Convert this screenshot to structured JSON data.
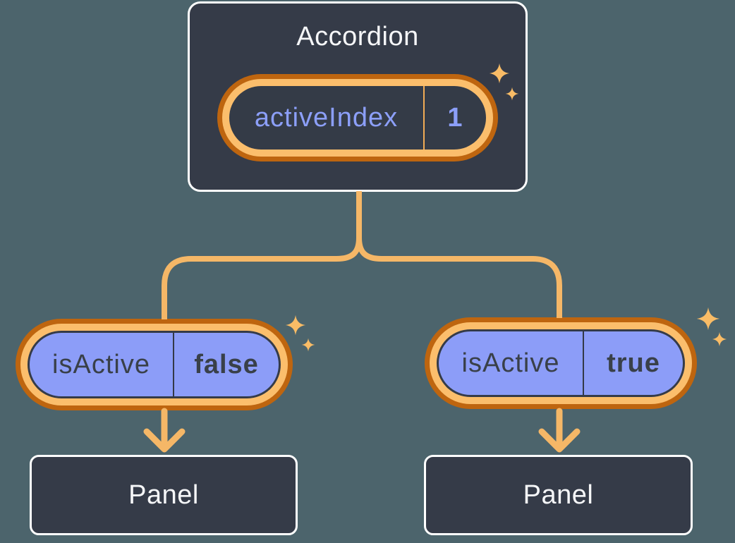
{
  "diagram": {
    "root": {
      "title": "Accordion",
      "state": {
        "name": "activeIndex",
        "value": "1"
      }
    },
    "children": [
      {
        "prop": {
          "name": "isActive",
          "value": "false"
        },
        "panel": {
          "title": "Panel"
        }
      },
      {
        "prop": {
          "name": "isActive",
          "value": "true"
        },
        "panel": {
          "title": "Panel"
        }
      }
    ]
  },
  "icons": {
    "sparkle": "four-pointed-star",
    "arrow": "down-arrow"
  },
  "colors": {
    "background": "#4C646C",
    "node_fill": "#353B48",
    "node_border": "#FFFFFF",
    "pill_ring_outer": "#BE650F",
    "pill_ring_inner": "#FBBE6C",
    "pill_fill_dark": "#343B47",
    "pill_fill_purple": "#8C9DF8",
    "text_light": "#F5F6F8",
    "text_purple": "#8C9FF9",
    "text_dark": "#394049",
    "connector": "#F5B767",
    "sparkle": "#F9BC66"
  }
}
